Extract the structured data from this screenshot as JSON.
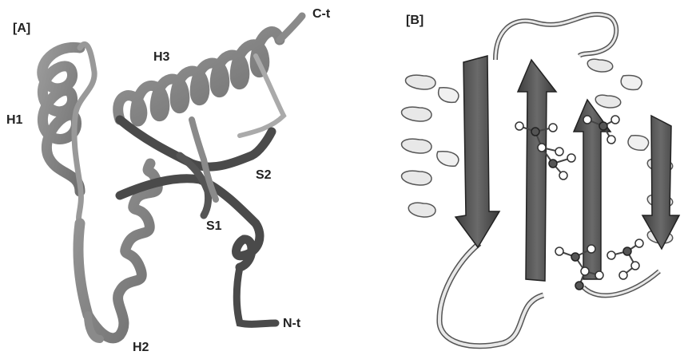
{
  "panel_a": {
    "panel_label": "[A]",
    "labels": {
      "h1": "H1",
      "h2": "H2",
      "h3": "H3",
      "s1": "S1",
      "s2": "S2",
      "c_term": "C-t",
      "n_term": "N-t"
    }
  },
  "panel_b": {
    "panel_label": "[B]"
  },
  "colors": {
    "helix": "#8a8a8a",
    "strand": "#4a4a4a",
    "ribbon_light": "#e6e6e6",
    "label": "#222222"
  }
}
